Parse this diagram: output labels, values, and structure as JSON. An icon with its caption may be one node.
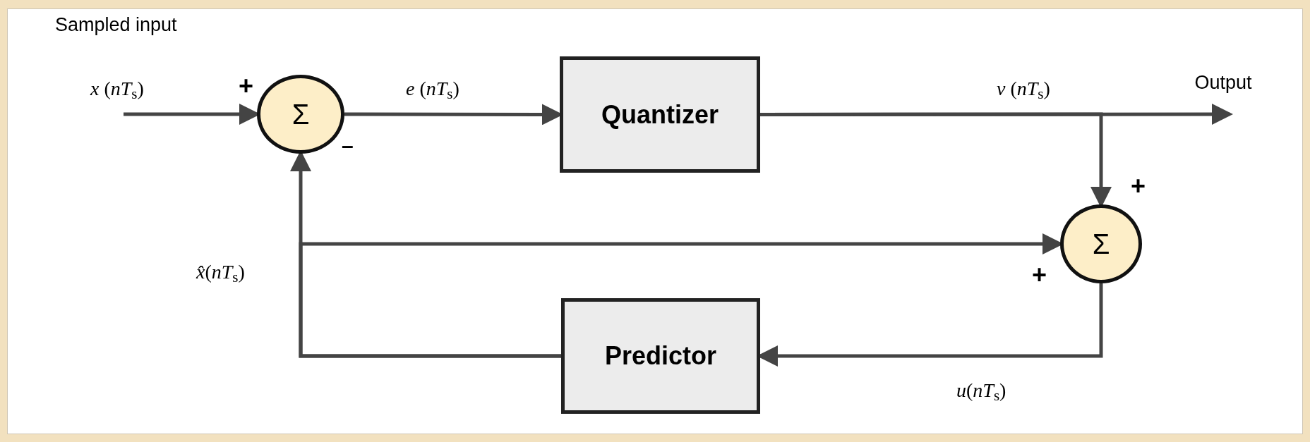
{
  "diagram": {
    "nodes": [
      {
        "text": [
          "Σ"
        ]
      },
      {
        "text": [
          "Quantizer"
        ]
      },
      {
        "text": [
          "Σ"
        ]
      },
      {
        "text": [
          "Predictor"
        ]
      },
      {
        "text": [
          "Output"
        ]
      }
    ],
    "edges": [
      {
        "from": null,
        "to": 0,
        "arrow": "to",
        "label": "*x* (*nT*$_{s}$)"
      },
      {
        "from": 0,
        "to": 1,
        "arrow": "to",
        "label": "*e* (*nT*$_{s}$)"
      },
      {
        "from": 1,
        "to": 4,
        "arrow": "to",
        "label": "*v* (*nT*$_{s}$)"
      },
      {
        "from": 1,
        "to": 2,
        "arrow": "to"
      },
      {
        "from": 2,
        "to": 3,
        "arrow": "to",
        "label": "*u*(*nT*$_{s}$)"
      },
      {
        "from": 3,
        "to": 0,
        "arrow": "to",
        "label": "*x̂*(*nT*$_{s}$)"
      },
      {
        "from": 3,
        "to": 2,
        "arrow": "to"
      }
    ],
    "labels": [
      "Sampled input",
      "+",
      "–",
      "+",
      "+"
    ]
  }
}
